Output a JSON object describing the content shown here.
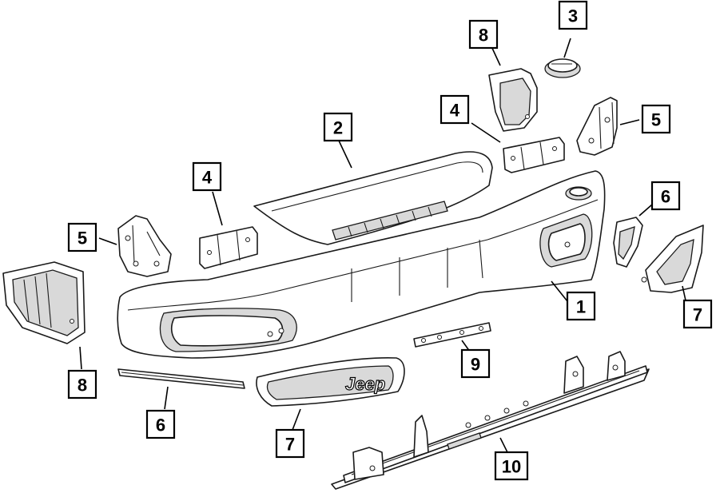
{
  "diagram": {
    "callouts": [
      {
        "id": "c-1",
        "label": "1"
      },
      {
        "id": "c-2",
        "label": "2"
      },
      {
        "id": "c-3",
        "label": "3"
      },
      {
        "id": "c-4a",
        "label": "4"
      },
      {
        "id": "c-4b",
        "label": "4"
      },
      {
        "id": "c-5a",
        "label": "5"
      },
      {
        "id": "c-5b",
        "label": "5"
      },
      {
        "id": "c-6a",
        "label": "6"
      },
      {
        "id": "c-6b",
        "label": "6"
      },
      {
        "id": "c-7a",
        "label": "7"
      },
      {
        "id": "c-7b",
        "label": "7"
      },
      {
        "id": "c-8a",
        "label": "8"
      },
      {
        "id": "c-8b",
        "label": "8"
      },
      {
        "id": "c-9",
        "label": "9"
      },
      {
        "id": "c-10",
        "label": "10"
      }
    ],
    "logo_text": "Jeep"
  }
}
